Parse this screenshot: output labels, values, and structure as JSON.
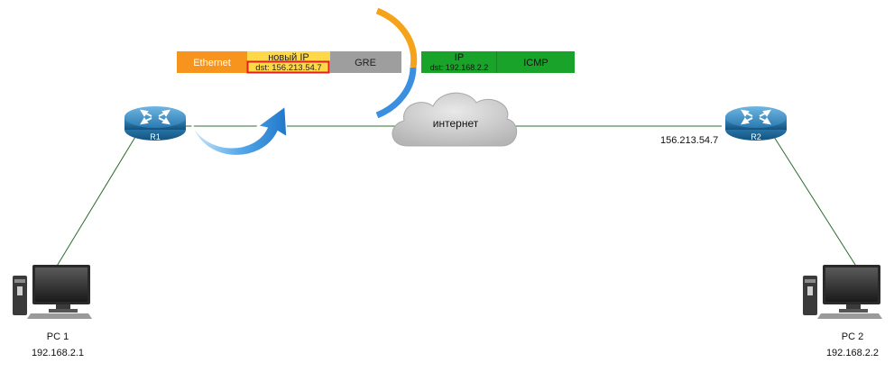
{
  "packet_outer": {
    "ethernet": "Ethernet",
    "new_ip": "новый IP",
    "new_ip_dst": "dst: 156.213.54.7",
    "gre": "GRE",
    "colors": {
      "ethernet": "#f7941d",
      "new_ip": "#ffd84a",
      "gre": "#9e9e9e",
      "highlight_border": "#e02020"
    }
  },
  "packet_inner": {
    "ip": "IP",
    "ip_dst": "dst: 192.168.2.2",
    "icmp": "ICMP",
    "colors": {
      "fill": "#1aa32a"
    }
  },
  "separator_arc": {
    "colors": {
      "top": "#f5a31a",
      "bottom": "#3a8fe0"
    }
  },
  "cloud": {
    "label": "интернет"
  },
  "routers": [
    {
      "name": "R1",
      "ip": ""
    },
    {
      "name": "R2",
      "ip": "156.213.54.7"
    }
  ],
  "pcs": [
    {
      "name": "PC 1",
      "ip": "192.168.2.1"
    },
    {
      "name": "PC 2",
      "ip": "192.168.2.2"
    }
  ],
  "icons": {
    "router": "router-icon",
    "pc": "desktop-computer-icon",
    "cloud": "cloud-icon",
    "arrow": "curved-arrow-icon"
  }
}
